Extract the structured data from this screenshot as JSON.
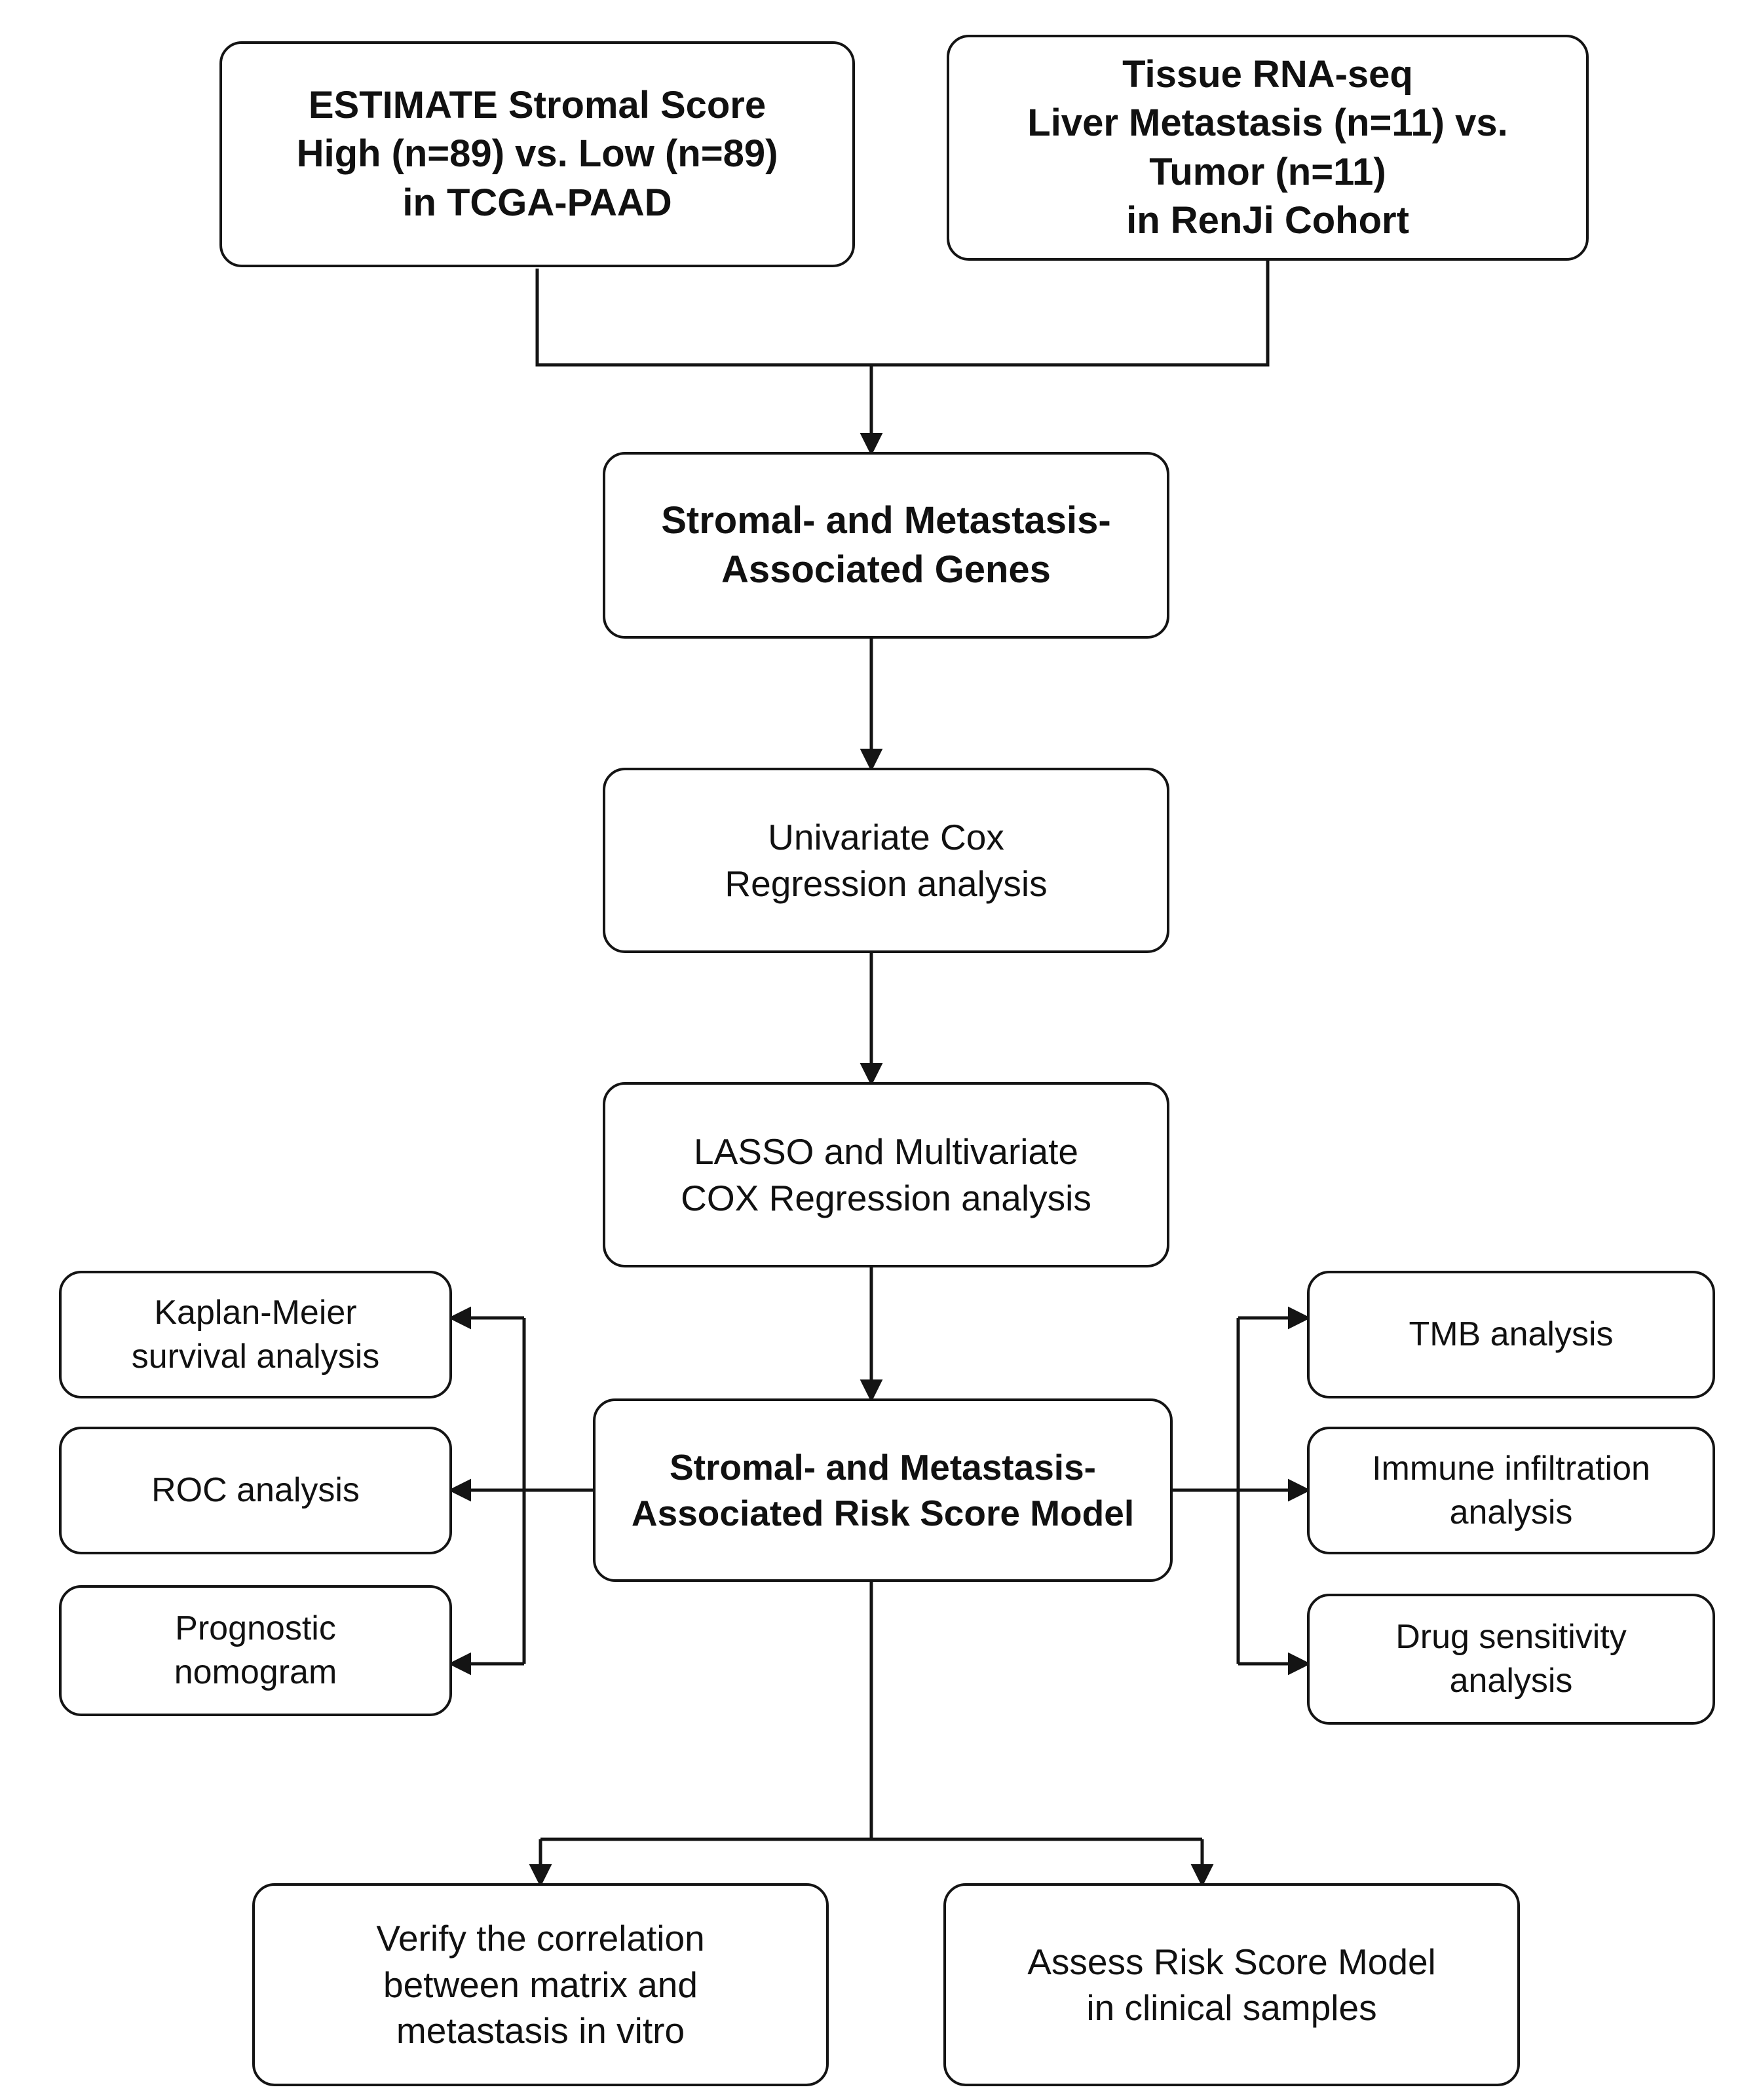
{
  "diagram": {
    "title": "Stromal- and Metastasis-Associated Risk Score Model study workflow",
    "line_color": "#141414",
    "box_fill": "#ffffff",
    "text_color": "#111111"
  },
  "nodes": {
    "estimate_stromal": {
      "label": "ESTIMATE Stromal Score\nHigh (n=89) vs. Low (n=89)\nin TCGA-PAAD"
    },
    "tissue_rnaseq": {
      "label": "Tissue RNA-seq\nLiver Metastasis (n=11)  vs.\nTumor (n=11)\nin RenJi Cohort"
    },
    "assoc_genes": {
      "label": "Stromal- and Metastasis-\nAssociated Genes"
    },
    "univariate_cox": {
      "label": "Univariate Cox\nRegression analysis"
    },
    "lasso_multivariate": {
      "label": "LASSO and Multivariate\nCOX Regression analysis"
    },
    "risk_score_model": {
      "label": "Stromal- and Metastasis-\nAssociated Risk Score Model"
    },
    "kaplan_meier": {
      "label": "Kaplan-Meier\nsurvival analysis"
    },
    "roc_analysis": {
      "label": "ROC analysis"
    },
    "prognostic_nomogram": {
      "label": "Prognostic\nnomogram"
    },
    "tmb_analysis": {
      "label": "TMB analysis"
    },
    "immune_infiltration": {
      "label": "Immune infiltration\nanalysis"
    },
    "drug_sensitivity": {
      "label": "Drug sensitivity\nanalysis"
    },
    "verify_correlation": {
      "label": "Verify the correlation\nbetween  matrix and\nmetastasis in vitro"
    },
    "assess_clinical": {
      "label": "Assess Risk Score Model\nin clinical samples"
    }
  },
  "edges": [
    {
      "id": "estimate-to-genes",
      "from": "estimate_stromal",
      "to": "assoc_genes",
      "style": "elbow-merge"
    },
    {
      "id": "rnaseq-to-genes",
      "from": "tissue_rnaseq",
      "to": "assoc_genes",
      "style": "elbow-merge"
    },
    {
      "id": "genes-to-univariate",
      "from": "assoc_genes",
      "to": "univariate_cox",
      "style": "straight-down"
    },
    {
      "id": "univariate-to-lasso",
      "from": "univariate_cox",
      "to": "lasso_multivariate",
      "style": "straight-down"
    },
    {
      "id": "lasso-to-model",
      "from": "lasso_multivariate",
      "to": "risk_score_model",
      "style": "straight-down"
    },
    {
      "id": "model-to-kaplan",
      "from": "risk_score_model",
      "to": "kaplan_meier",
      "style": "elbow-left"
    },
    {
      "id": "model-to-roc",
      "from": "risk_score_model",
      "to": "roc_analysis",
      "style": "straight-left"
    },
    {
      "id": "model-to-nomogram",
      "from": "risk_score_model",
      "to": "prognostic_nomogram",
      "style": "elbow-left"
    },
    {
      "id": "model-to-tmb",
      "from": "risk_score_model",
      "to": "tmb_analysis",
      "style": "elbow-right"
    },
    {
      "id": "model-to-immune",
      "from": "risk_score_model",
      "to": "immune_infiltration",
      "style": "straight-right"
    },
    {
      "id": "model-to-drug",
      "from": "risk_score_model",
      "to": "drug_sensitivity",
      "style": "elbow-right"
    },
    {
      "id": "model-to-verify",
      "from": "risk_score_model",
      "to": "verify_correlation",
      "style": "elbow-split-down"
    },
    {
      "id": "model-to-assess",
      "from": "risk_score_model",
      "to": "assess_clinical",
      "style": "elbow-split-down"
    }
  ]
}
